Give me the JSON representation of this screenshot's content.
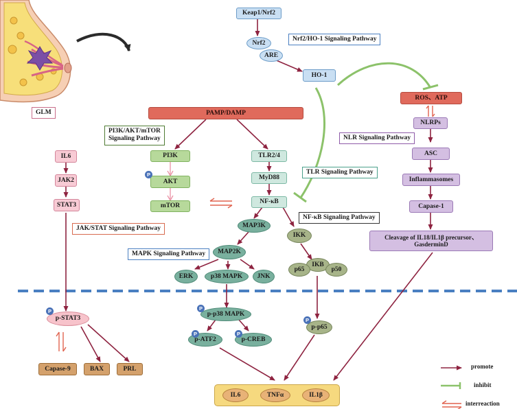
{
  "nodes": {
    "keap1": "Keap1/Nrf2",
    "nrf2": "Nrf2",
    "are": "ARE",
    "ho1": "HO-1",
    "pamp": "PAMP/DAMP",
    "ros": "ROS、ATP",
    "nlrps": "NLRPs",
    "asc": "ASC",
    "inflammasomes": "Inflammasomes",
    "capase1": "Capase-1",
    "cleavage_line1": "Cleavage of IL18/IL1β precursor、",
    "cleavage_line2": "GasderminD",
    "il6": "IL6",
    "jak2": "JAK2",
    "stat3": "STAT3",
    "pi3k": "PI3K",
    "akt": "AKT",
    "mtor": "mTOR",
    "tlr": "TLR2/4",
    "myd88": "MyD88",
    "nfkb": "NF-κB",
    "map3k": "MAP3K",
    "map2k": "MAP2K",
    "erk": "ERK",
    "p38": "p38 MAPK",
    "jnk": "JNK",
    "ikk": "IKK",
    "ikb": "IKB",
    "p65": "p65",
    "p50": "p50",
    "pstat3": "p-STAT3",
    "capase9": "Capase-9",
    "bax": "BAX",
    "prl": "PRL",
    "pp38": "p-p38 MAPK",
    "patf2": "p-ATF2",
    "pcreb": "p-CREB",
    "pp65": "p-p65",
    "out_il6": "IL6",
    "out_tnf": "TNFα",
    "out_il1b": "IL1β",
    "glm": "GLM",
    "phospho": "P"
  },
  "labels": {
    "nrf2_pathway": "Nrf2/HO-1 Signaling Pathway",
    "pi3k_pathway_line1": "PI3K/AKT/mTOR",
    "pi3k_pathway_line2": "Signaling Pathway",
    "nlr_pathway": "NLR Signaling Pathway",
    "tlr_pathway": "TLR Signaling Pathway",
    "nfkb_pathway": "NF-κB Signaling Pathway",
    "jakstat_pathway": "JAK/STAT Signaling Pathway",
    "mapk_pathway": "MAPK Signaling Pathway"
  },
  "legend": {
    "promote": "promote",
    "inhibit": "inhibit",
    "interreaction": "interreaction"
  },
  "colors": {
    "arrow": "#8e2340",
    "inhibit": "#8cc26a",
    "interreaction": "#e0624e",
    "divider": "#4a7fc1"
  }
}
